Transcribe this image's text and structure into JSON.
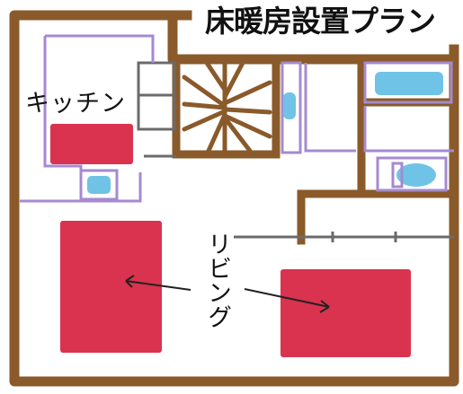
{
  "plan": {
    "title": "床暖房設置プラン",
    "rooms": {
      "kitchen": "キッチン",
      "living": "リビング"
    }
  },
  "colors": {
    "wall": "#8a5a2b",
    "floor_heating": "#d9334f",
    "fixture_blue": "#6fc3e6",
    "counter_purple": "#a58ad0",
    "gray_lines": "#6b6b6b"
  },
  "icons": [
    "floor-heating-panel",
    "sink-icon",
    "bathtub-icon",
    "toilet-icon",
    "stairs",
    "arrow"
  ]
}
